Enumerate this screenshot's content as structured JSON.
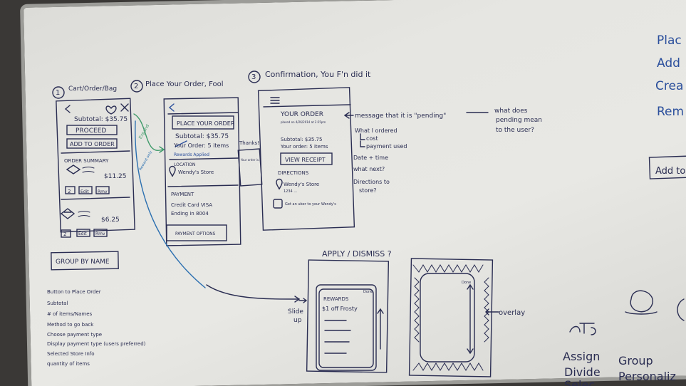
{
  "steps": [
    {
      "number": "1",
      "title": "Cart/Order/Bag"
    },
    {
      "number": "2",
      "title": "Place Your Order, Fool"
    },
    {
      "number": "3",
      "title": "Confirmation, You F'n did it"
    }
  ],
  "cart_screen": {
    "subtotal": "Subtotal: $35.75",
    "proceed": "PROCEED",
    "add_to_order": "ADD TO ORDER",
    "order_summary": "ORDER SUMMARY",
    "item1_price": "$11.25",
    "item2_price": "$6.25",
    "edit": "Edit",
    "remove": "Rmv",
    "qty": "2",
    "group_by_name": "GROUP BY NAME"
  },
  "place_order_screen": {
    "place_your_order": "PLACE YOUR ORDER",
    "subtotal": "Subtotal: $35.75",
    "your_order": "Your Order: 5 items",
    "rewards_applied": "Rewards Applied",
    "location": "LOCATION",
    "store": "Wendy's Store",
    "payment": "PAYMENT",
    "credit_card": "Credit Card  VISA",
    "ending": "Ending in 8004",
    "payment_options": "PAYMENT OPTIONS",
    "thanks": "Thanks!",
    "your_order_is": "Your order is..."
  },
  "side_notes": {
    "expand": "Expand",
    "reward_only": "Reward only"
  },
  "confirmation_screen": {
    "your_order": "YOUR ORDER",
    "placed": "placed on 4/26/2014 at 2:25pm",
    "subtotal": "Subtotal: $35.75",
    "your_order_items": "Your order: 5 items",
    "view_receipt": "VIEW RECEIPT",
    "directions": "DIRECTIONS",
    "store": "Wendy's Store",
    "store_address": "1234 ...",
    "get_an_uber": "Get an uber to your Wendy's"
  },
  "notes": {
    "message": "message that it is \"pending\"",
    "what_does": "what does",
    "pending_mean": "pending mean",
    "to_the_user": "to the user?",
    "what_i_ordered": "What I ordered",
    "cost": "cost",
    "payment_used": "payment used",
    "date_time": "Date + time",
    "what_next": "what next?",
    "directions_to": "Directions to",
    "store": "store?"
  },
  "sheet": {
    "apply_dismiss": "APPLY / DISMISS ?",
    "rewards": "REWARDS",
    "offer": "$1 off Frosty",
    "done": "Done",
    "slide": "Slide",
    "up": "up",
    "overlay": "overlay"
  },
  "requirements": [
    "Button to Place Order",
    "Subtotal",
    "# of items/Names",
    "Method to go back",
    "Choose payment type",
    "Display payment type (users preferred)",
    "Selected Store Info",
    "quantity of items"
  ],
  "right_edge": {
    "place": "Plac",
    "add": "Add",
    "create": "Crea",
    "rem": "Rem",
    "add_to": "Add to",
    "assign": "Assign",
    "group": "Group",
    "divide": "Divide",
    "personalize": "Personaliz",
    "select": "Selec"
  }
}
